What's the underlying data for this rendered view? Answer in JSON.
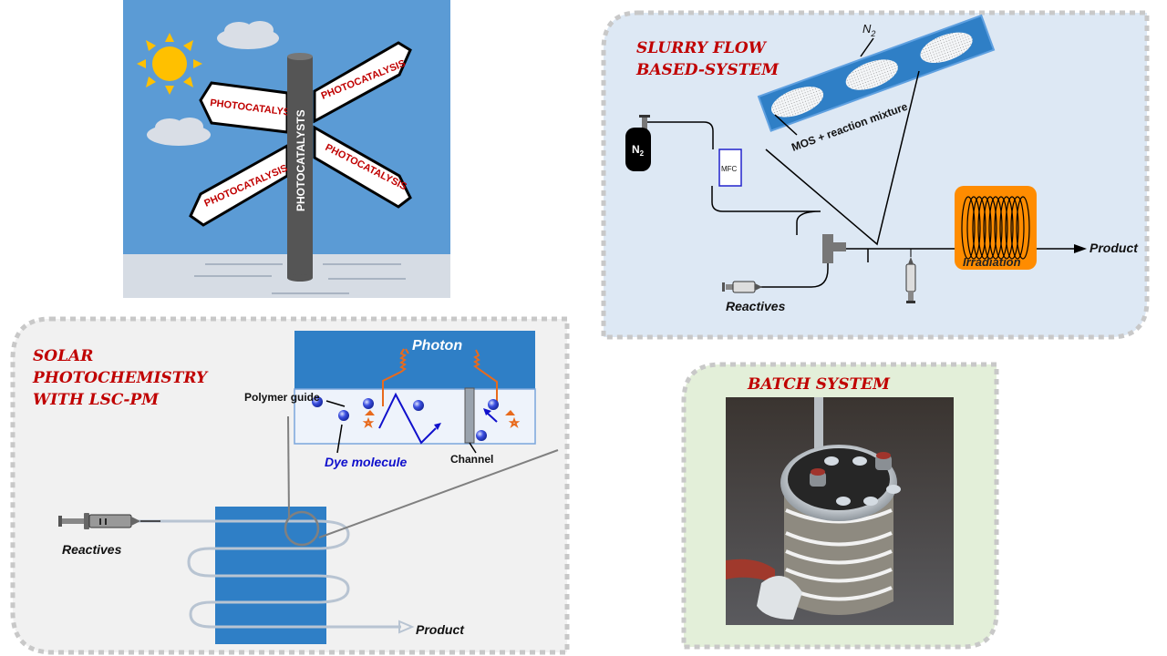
{
  "signpost": {
    "pole_label": "PHOTOCATALYSTS",
    "signs": [
      "PHOTOCATALYSIS",
      "PHOTOCATALYSIS",
      "PHOTOCATALYSIS",
      "PHOTOCATALYSIS"
    ]
  },
  "slurry": {
    "title_line1": "SLURRY FLOW",
    "title_line2": "BASED-SYSTEM",
    "gas_label": "N",
    "gas_sub": "2",
    "cylinder_label": "N",
    "cylinder_sub": "2",
    "mfc_label": "MFC",
    "mixture_label": "MOS + reaction mixture",
    "reactives_label": "Reactives",
    "irradiation_label": "Irradiation",
    "product_label": "Product"
  },
  "solar": {
    "title_line1": "SOLAR",
    "title_line2": "PHOTOCHEMISTRY",
    "title_line3": "WITH LSC-PM",
    "photon_label": "Photon",
    "polymer_label": "Polymer guide",
    "dye_label": "Dye molecule",
    "channel_label": "Channel",
    "reactives_label": "Reactives",
    "product_label": "Product"
  },
  "batch": {
    "title": "BATCH SYSTEM"
  },
  "colors": {
    "title_red": "#c00000",
    "panel_blue": "#dde8f4",
    "panel_gray": "#f1f1f1",
    "panel_green": "#e3efd9",
    "device_blue": "#2f7fc6",
    "irradiation_orange": "#ff8c00"
  }
}
